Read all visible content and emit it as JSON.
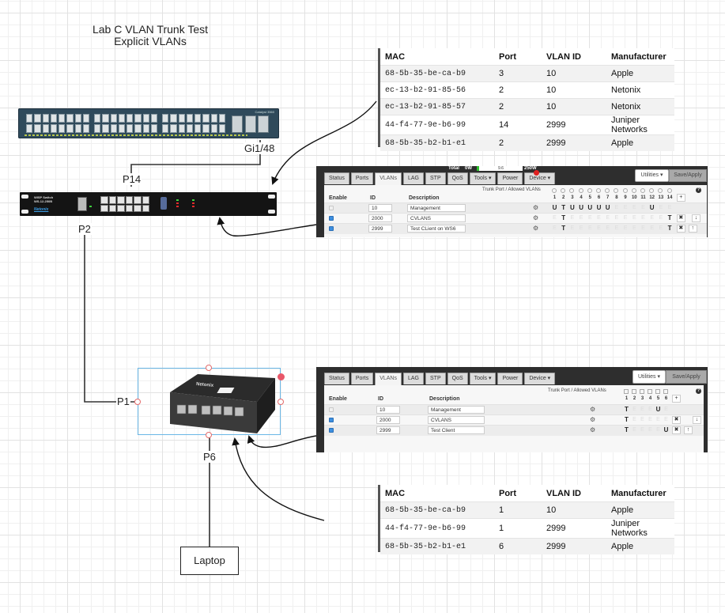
{
  "diagram": {
    "title_line1": "Lab C VLAN Trunk Test",
    "title_line2": "Explicit VLANs",
    "labels": {
      "gi148": "Gi1/48",
      "p14": "P14",
      "p2": "P2",
      "p1": "P1",
      "p6": "P6",
      "laptop": "Laptop"
    },
    "devices": {
      "core_switch": {
        "name": "Catalyst 3560",
        "ports": 48
      },
      "wisp_switch": {
        "line1": "WISP Switch",
        "line2": "WS-12-250B",
        "brand": "Netonix",
        "ports": 12
      },
      "mini_switch": {
        "brand": "Netonix",
        "ports": 6
      }
    },
    "colors": {
      "selection": "#6ab7e6",
      "handle": "#e36b6b",
      "checkbox_on": "#3d8fe0",
      "panel_bg": "#2e2e2e"
    }
  },
  "mac_table_top": {
    "headers": [
      "MAC",
      "Port",
      "VLAN ID",
      "Manufacturer"
    ],
    "rows": [
      [
        "68-5b-35-be-ca-b9",
        "3",
        "10",
        "Apple"
      ],
      [
        "ec-13-b2-91-85-56",
        "2",
        "10",
        "Netonix"
      ],
      [
        "ec-13-b2-91-85-57",
        "2",
        "10",
        "Netonix"
      ],
      [
        "44-f4-77-9e-b6-99",
        "14",
        "2999",
        "Juniper Networks"
      ],
      [
        "68-5b-35-b2-b1-e1",
        "2",
        "2999",
        "Apple"
      ]
    ]
  },
  "mac_table_bottom": {
    "headers": [
      "MAC",
      "Port",
      "VLAN ID",
      "Manufacturer"
    ],
    "rows": [
      [
        "68-5b-35-be-ca-b9",
        "1",
        "10",
        "Apple"
      ],
      [
        "44-f4-77-9e-b6-99",
        "1",
        "2999",
        "Juniper Networks"
      ],
      [
        "68-5b-35-b2-b1-e1",
        "6",
        "2999",
        "Apple"
      ]
    ]
  },
  "vlan_panel_14": {
    "power": {
      "total_label": "Total",
      "current": "0W",
      "bar_value": "9.6",
      "max": "250W"
    },
    "tabs": [
      "Status",
      "Ports",
      "VLANs",
      "LAG",
      "STP",
      "QoS",
      "Tools ▾",
      "Power",
      "Device ▾"
    ],
    "active_tab": "VLANs",
    "device_badge": true,
    "utilities_label": "Utilities ▾",
    "save_label": "Save/Apply",
    "trunk_label": "Trunk Port / Allowed VLANs",
    "headers": {
      "enable": "Enable",
      "id": "ID",
      "description": "Description"
    },
    "ports": [
      "1",
      "2",
      "3",
      "4",
      "5",
      "6",
      "7",
      "8",
      "9",
      "10",
      "11",
      "12",
      "13",
      "14"
    ],
    "add_label": "+",
    "help_label": "?",
    "vlans": [
      {
        "enabled": false,
        "locked": true,
        "id": "10",
        "description": "Management",
        "membership": [
          "U",
          "T",
          "U",
          "U",
          "U",
          "U",
          "U",
          "E",
          "E",
          "E",
          "E",
          "U",
          "E",
          "E"
        ],
        "delete": false,
        "move": ""
      },
      {
        "enabled": true,
        "locked": false,
        "id": "2000",
        "description": "CVLANS",
        "membership": [
          "E",
          "T",
          "E",
          "E",
          "E",
          "E",
          "E",
          "E",
          "E",
          "E",
          "E",
          "E",
          "E",
          "T"
        ],
        "delete": true,
        "move": "↓"
      },
      {
        "enabled": true,
        "locked": false,
        "id": "2999",
        "description": "Test CLient on WS6",
        "membership": [
          "E",
          "T",
          "E",
          "E",
          "E",
          "E",
          "E",
          "E",
          "E",
          "E",
          "E",
          "E",
          "E",
          "T"
        ],
        "delete": true,
        "move": "↑"
      }
    ]
  },
  "vlan_panel_6": {
    "tabs": [
      "Status",
      "Ports",
      "VLANs",
      "LAG",
      "STP",
      "QoS",
      "Tools ▾",
      "Power",
      "Device ▾"
    ],
    "active_tab": "VLANs",
    "utilities_label": "Utilities ▾",
    "save_label": "Save/Apply",
    "trunk_label": "Trunk Port / Allowed VLANs",
    "headers": {
      "enable": "Enable",
      "id": "ID",
      "description": "Description"
    },
    "ports": [
      "1",
      "2",
      "3",
      "4",
      "5",
      "6"
    ],
    "add_label": "+",
    "help_label": "?",
    "vlans": [
      {
        "enabled": false,
        "locked": true,
        "id": "10",
        "description": "Management",
        "membership": [
          "T",
          "E",
          "E",
          "E",
          "U",
          "E"
        ],
        "delete": false,
        "move": ""
      },
      {
        "enabled": true,
        "locked": false,
        "id": "2000",
        "description": "CVLANS",
        "membership": [
          "T",
          "E",
          "E",
          "E",
          "E",
          "E"
        ],
        "delete": true,
        "move": "↓"
      },
      {
        "enabled": true,
        "locked": false,
        "id": "2999",
        "description": "Test Client",
        "membership": [
          "T",
          "E",
          "E",
          "E",
          "E",
          "U"
        ],
        "delete": true,
        "move": "↑"
      }
    ]
  },
  "icons": {
    "gear": "⚙",
    "delete": "✖",
    "check": "✓"
  }
}
